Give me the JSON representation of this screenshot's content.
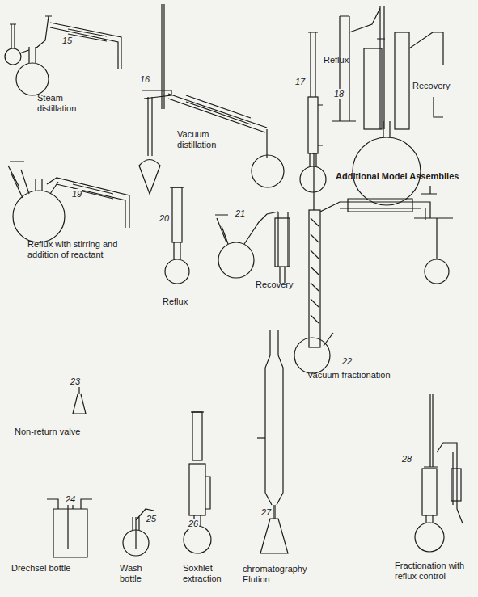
{
  "diagram": {
    "labels": [
      "15",
      "Steam distillation",
      "16",
      "Vacuum distillation",
      "17",
      "Reflux",
      "18",
      "Recovery",
      "Additional Model Assemblies",
      "19",
      "Reflux with stirring and addition of reactant",
      "20",
      "Reflux",
      "21",
      "Recovery",
      "22",
      "Vacuum fractionation",
      "23",
      "Non-return valve",
      "24",
      "Drechsel bottle",
      "25",
      "Wash bottle",
      "26",
      "Soxhlet extraction",
      "27",
      "chromatography Elution",
      "28",
      "Fractionation with reflux control"
    ]
  }
}
